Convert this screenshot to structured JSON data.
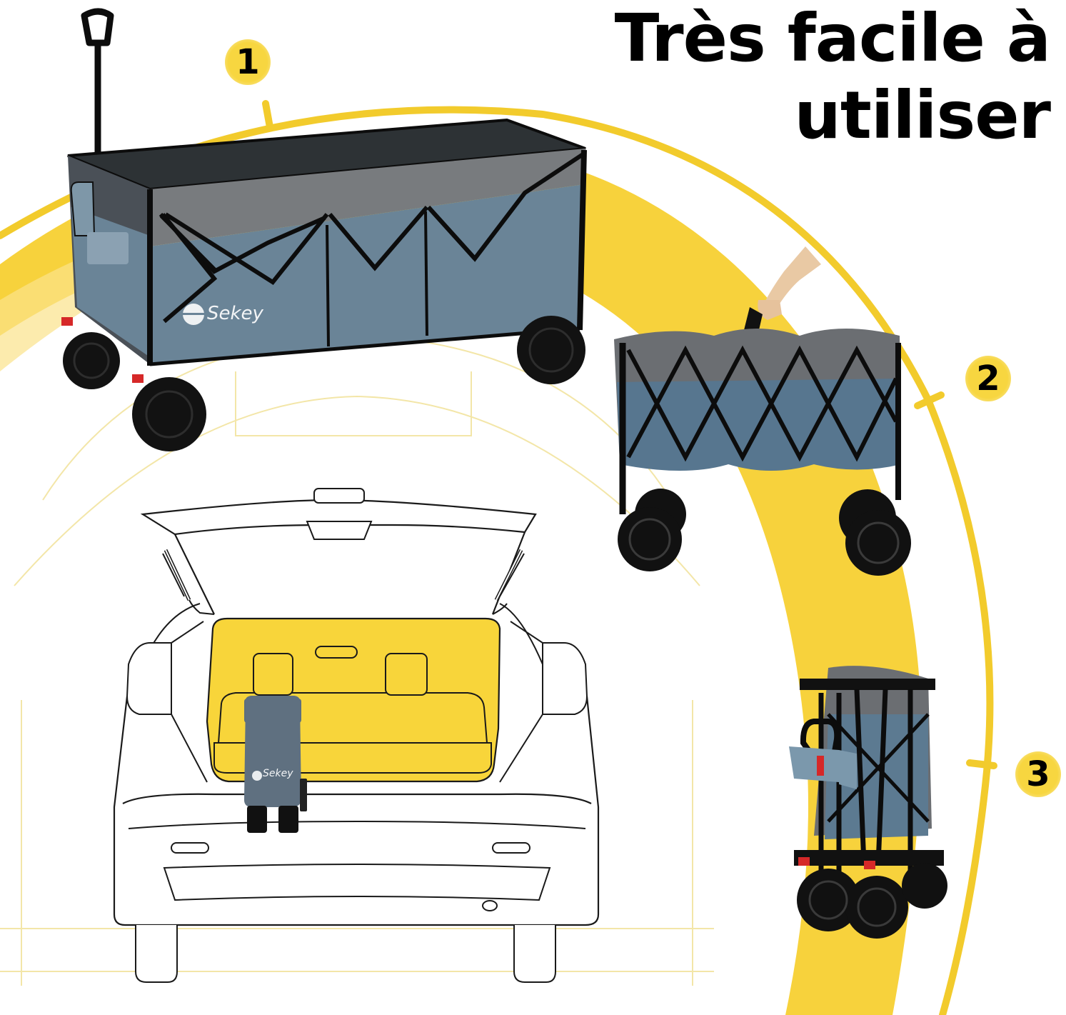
{
  "headline": {
    "line1": "Très facile à",
    "line2": "utiliser"
  },
  "steps": [
    {
      "number": "1",
      "description": "wagon-unfolded"
    },
    {
      "number": "2",
      "description": "wagon-being-folded-carried-by-handle"
    },
    {
      "number": "3",
      "description": "wagon-fully-folded"
    }
  ],
  "brand": {
    "name": "Sekey"
  },
  "illustration": {
    "scene": "suv-rear-open-trunk-with-folded-wagon"
  },
  "colors": {
    "accent_yellow": "#f7d23c",
    "wagon_blue": "#647f93",
    "wagon_grey": "#6e7173",
    "wagon_dark": "#2c3033",
    "frame_black": "#111111",
    "outline_faint": "#f3e6a8"
  }
}
